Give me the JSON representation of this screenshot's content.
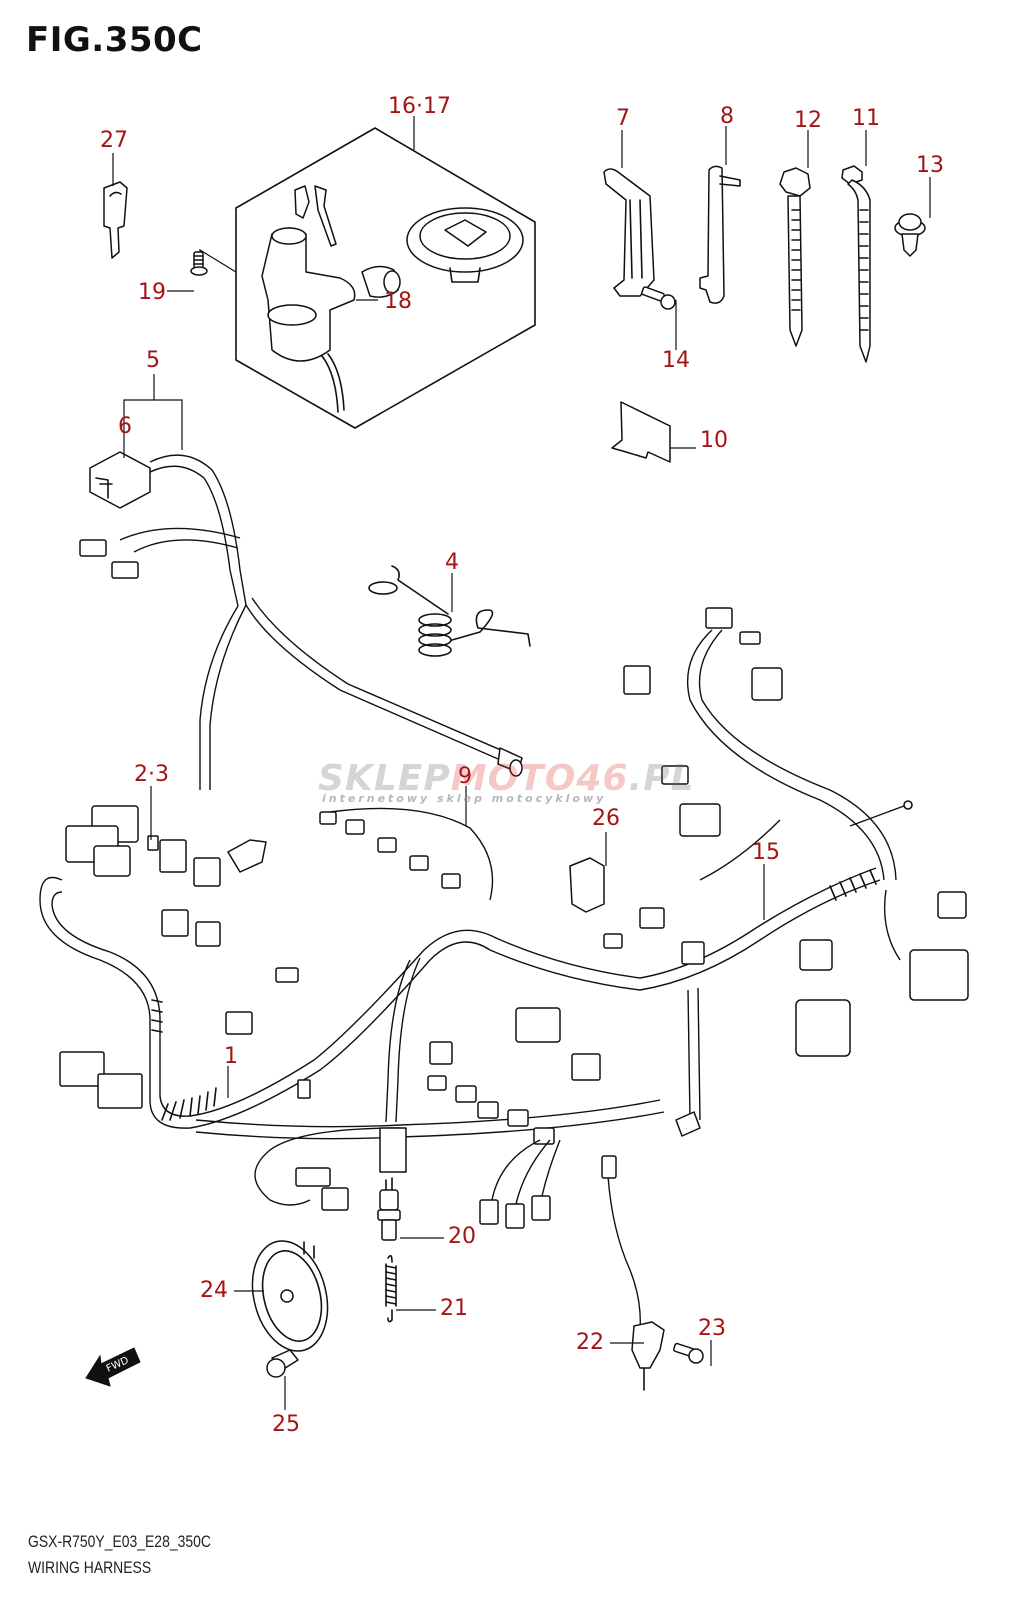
{
  "figure": {
    "title": "FIG.350C",
    "model_code": "GSX-R750Y_E03_E28_350C",
    "section_name": "WIRING HARNESS",
    "callout_color": "#a31515"
  },
  "watermark": {
    "part1": "SKLEP",
    "part2": "MOTO46",
    "part3": ".PL",
    "tagline": "internetowy sklep motocyklowy"
  },
  "orientation_arrow": {
    "label": "FWD",
    "icon": "fwd-arrow-icon"
  },
  "callouts": [
    {
      "id": "1",
      "label": "1",
      "part": "main wiring harness"
    },
    {
      "id": "2-3",
      "label": "2·3",
      "part": "fuse"
    },
    {
      "id": "4",
      "label": "4",
      "part": "torsion spring"
    },
    {
      "id": "5",
      "label": "5",
      "part": "sub harness"
    },
    {
      "id": "6",
      "label": "6",
      "part": "connector"
    },
    {
      "id": "7",
      "label": "7",
      "part": "clamp"
    },
    {
      "id": "8",
      "label": "8",
      "part": "clamp"
    },
    {
      "id": "9",
      "label": "9",
      "part": "ignition lead harness"
    },
    {
      "id": "10",
      "label": "10",
      "part": "cover"
    },
    {
      "id": "11",
      "label": "11",
      "part": "cable tie"
    },
    {
      "id": "12",
      "label": "12",
      "part": "cable tie"
    },
    {
      "id": "13",
      "label": "13",
      "part": "clip"
    },
    {
      "id": "14",
      "label": "14",
      "part": "screw"
    },
    {
      "id": "15",
      "label": "15",
      "part": "right harness"
    },
    {
      "id": "16-17",
      "label": "16·17",
      "part": "ignition switch & lock set"
    },
    {
      "id": "18",
      "label": "18",
      "part": "seat lock"
    },
    {
      "id": "19",
      "label": "19",
      "part": "bolt"
    },
    {
      "id": "20",
      "label": "20",
      "part": "rear brake light switch"
    },
    {
      "id": "21",
      "label": "21",
      "part": "spring"
    },
    {
      "id": "22",
      "label": "22",
      "part": "side stand switch"
    },
    {
      "id": "23",
      "label": "23",
      "part": "screw"
    },
    {
      "id": "24",
      "label": "24",
      "part": "horn"
    },
    {
      "id": "25",
      "label": "25",
      "part": "bolt"
    },
    {
      "id": "26",
      "label": "26",
      "part": "relay"
    },
    {
      "id": "27",
      "label": "27",
      "part": "key blank"
    }
  ]
}
